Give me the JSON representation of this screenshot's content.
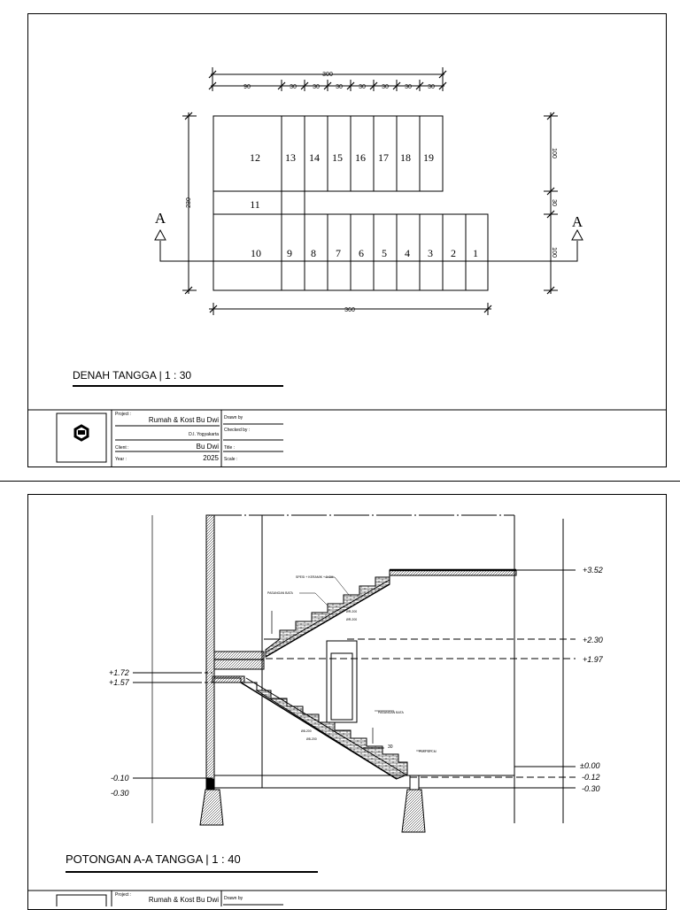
{
  "plan": {
    "title": "DENAH TANGGA | 1 : 30",
    "dims_top_total": "300",
    "dims_top_segments": [
      "90",
      "30",
      "30",
      "30",
      "30",
      "30",
      "30",
      "30"
    ],
    "dim_bottom": "360",
    "dim_left": "230",
    "dims_right": [
      "100",
      "30",
      "100"
    ],
    "steps_upper": [
      "12",
      "13",
      "14",
      "15",
      "16",
      "17",
      "18",
      "19"
    ],
    "landing": "11",
    "steps_lower": [
      "10",
      "9",
      "8",
      "7",
      "6",
      "5",
      "4",
      "3",
      "2",
      "1"
    ],
    "section_marker": "A"
  },
  "titleblock": {
    "project_label": "Project :",
    "project_name": "Rumah & Kost Bu Dwi",
    "location": "D.I. Yogyakarta",
    "client_label": "Client :",
    "client_value": "Bu Dwi",
    "year_label": "Year :",
    "year_value": "2025",
    "drawn_label": "Drawn by",
    "checked_label": "Checked by :",
    "title_label": "Title :",
    "scale_label": "Scale :"
  },
  "section": {
    "title": "POTONGAN A-A TANGGA | 1 : 40",
    "levels_right": [
      "+3.52",
      "+2.30",
      "+1.97",
      "±0.00",
      "-0.12",
      "-0.30"
    ],
    "levels_left": [
      "+1.72",
      "+1.57",
      "-0.10",
      "-0.30"
    ],
    "annotations": [
      "SPESI + KERAMIK + 3 CM",
      "PASANGAN BATA",
      "PASANGAN BATA",
      "PLAT 12 CM"
    ],
    "step_marks": [
      "ØR-200",
      "ØR-200",
      "Ø8-200",
      "Ø8-200"
    ],
    "dim_small": "30"
  }
}
